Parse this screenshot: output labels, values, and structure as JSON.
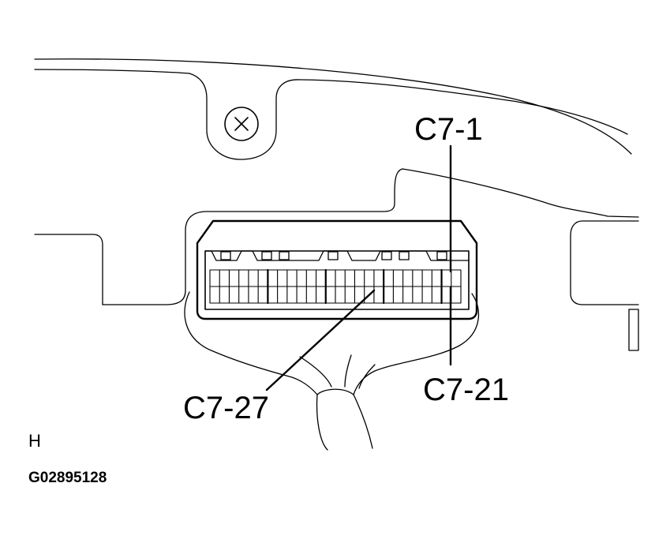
{
  "diagram": {
    "callouts": {
      "c7_1": "C7-1",
      "c7_21": "C7-21",
      "c7_27": "C7-27"
    },
    "view_letter": "H",
    "figure_code": "G02895128"
  }
}
